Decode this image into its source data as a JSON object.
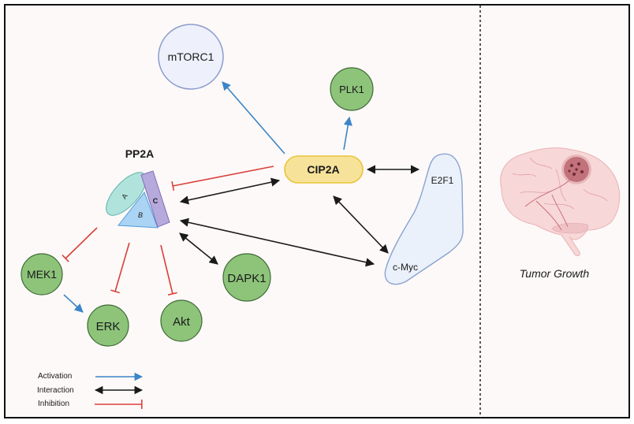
{
  "nodes": {
    "mtorc1": {
      "label": "mTORC1"
    },
    "plk1": {
      "label": "PLK1"
    },
    "pp2a": {
      "label": "PP2A",
      "subunits": {
        "a": "A",
        "b": "B",
        "c": "C"
      }
    },
    "cip2a": {
      "label": "CIP2A"
    },
    "e2f1": {
      "label": "E2F1"
    },
    "cmyc": {
      "label": "c-Myc"
    },
    "mek1": {
      "label": "MEK1"
    },
    "erk": {
      "label": "ERK"
    },
    "akt": {
      "label": "Akt"
    },
    "dapk1": {
      "label": "DAPK1"
    }
  },
  "edges": [
    {
      "from": "CIP2A",
      "to": "mTORC1",
      "type": "activation"
    },
    {
      "from": "CIP2A",
      "to": "PLK1",
      "type": "activation"
    },
    {
      "from": "CIP2A",
      "to": "PP2A",
      "type": "inhibition"
    },
    {
      "from": "PP2A",
      "to": "CIP2A",
      "type": "interaction"
    },
    {
      "from": "CIP2A",
      "to": "E2F1",
      "type": "interaction"
    },
    {
      "from": "CIP2A",
      "to": "c-Myc",
      "type": "interaction"
    },
    {
      "from": "PP2A",
      "to": "c-Myc",
      "type": "interaction"
    },
    {
      "from": "PP2A",
      "to": "DAPK1",
      "type": "interaction"
    },
    {
      "from": "PP2A",
      "to": "MEK1",
      "type": "inhibition"
    },
    {
      "from": "PP2A",
      "to": "ERK",
      "type": "inhibition"
    },
    {
      "from": "PP2A",
      "to": "Akt",
      "type": "inhibition"
    },
    {
      "from": "MEK1",
      "to": "ERK",
      "type": "activation"
    }
  ],
  "legend": {
    "activation": "Activation",
    "interaction": "Interaction",
    "inhibition": "Inhibition"
  },
  "outcome": {
    "label": "Tumor Growth"
  },
  "colors": {
    "activation": "#3a86c8",
    "interaction": "#1a1a1a",
    "inhibition": "#d9403a",
    "node_green": "#8dc47a",
    "node_green_border": "#3f6b35",
    "cip2a_fill": "#f7e29a",
    "cip2a_border": "#e8c53a"
  }
}
